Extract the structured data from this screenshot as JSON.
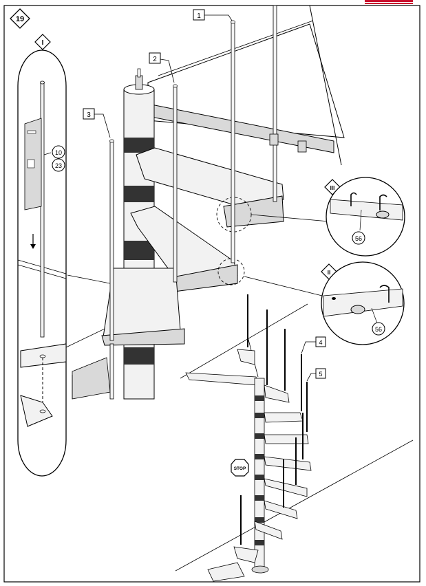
{
  "step_number": "19",
  "detail_labels": {
    "I": "I",
    "II": "II",
    "III": "III"
  },
  "callouts": {
    "c1": "1",
    "c2": "2",
    "c3": "3",
    "c4": "4",
    "c5": "5",
    "part_10": "10",
    "part_23": "23",
    "part_56_a": "56",
    "part_56_b": "56"
  },
  "stop_sign": "STOP",
  "colors": {
    "line": "#000000",
    "accent": "#c8102e",
    "fill_light": "#f2f2f2",
    "fill_mid": "#d9d9d9"
  }
}
